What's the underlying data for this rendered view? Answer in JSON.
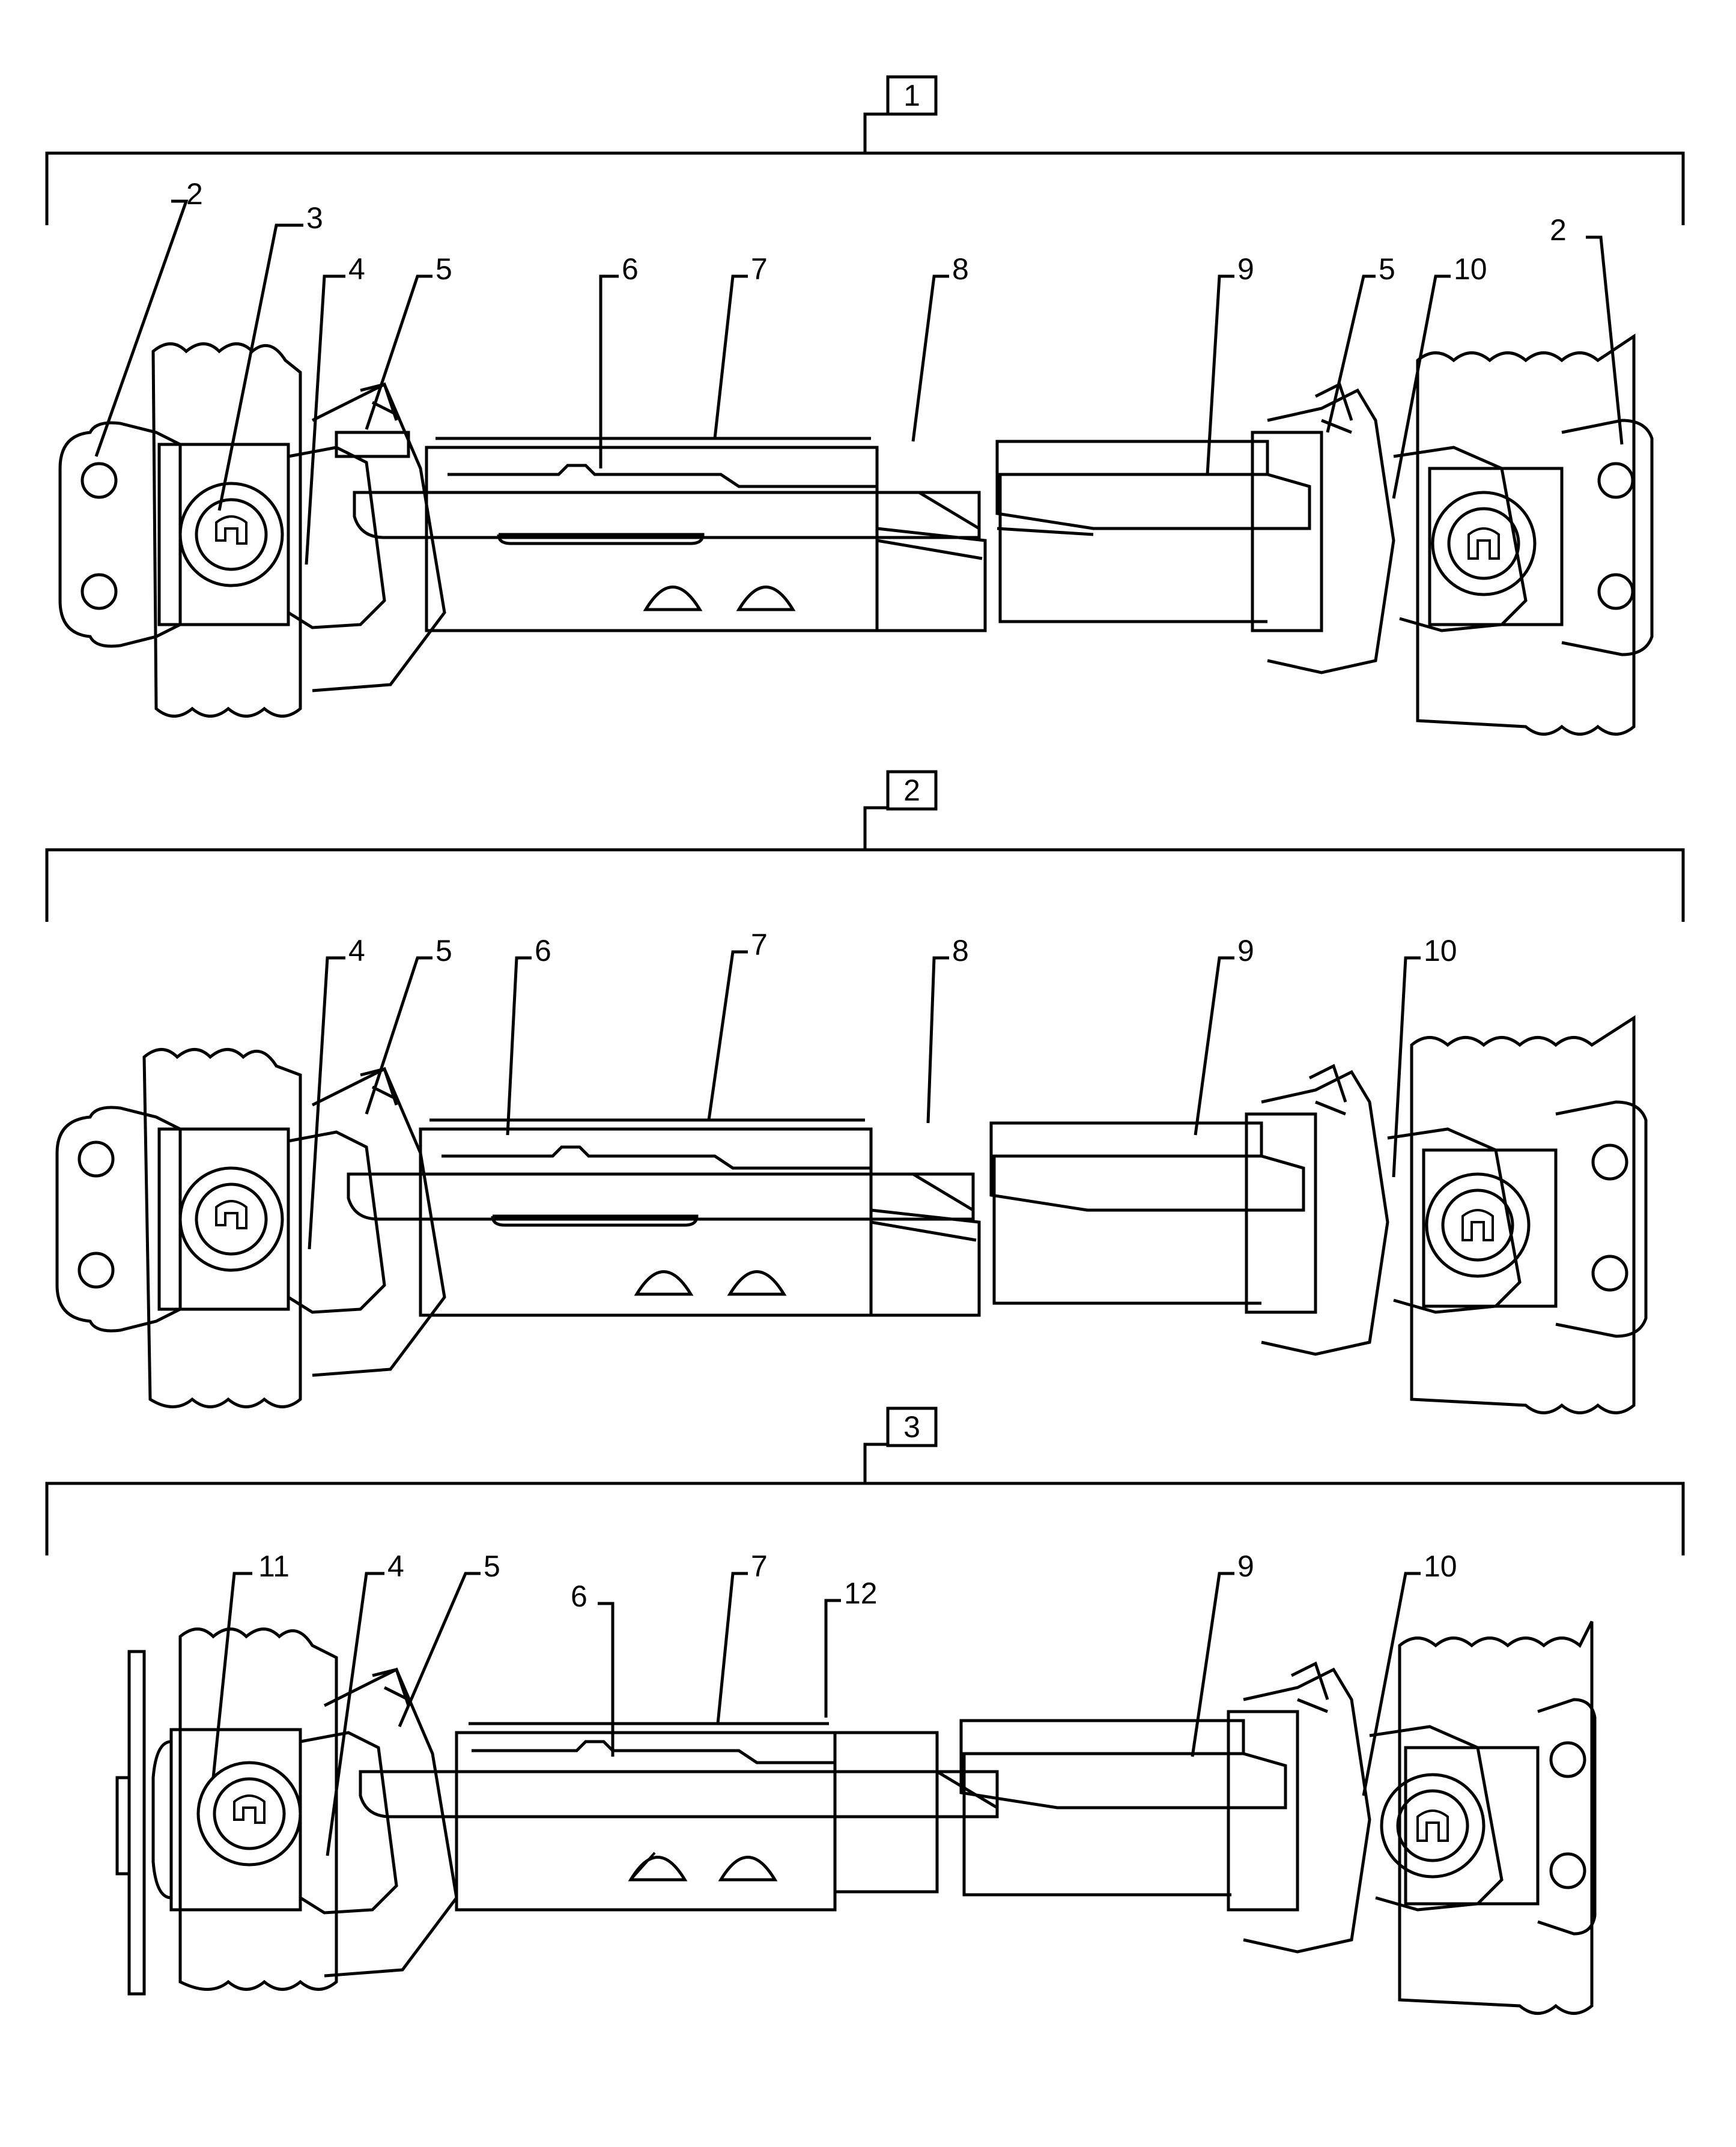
{
  "groups": [
    {
      "label": "1",
      "callouts": [
        "2",
        "3",
        "4",
        "5",
        "6",
        "7",
        "8",
        "9",
        "5",
        "10",
        "2"
      ]
    },
    {
      "label": "2",
      "callouts": [
        "4",
        "5",
        "6",
        "7",
        "8",
        "9",
        "10"
      ]
    },
    {
      "label": "3",
      "callouts": [
        "11",
        "4",
        "5",
        "6",
        "7",
        "12",
        "9",
        "10"
      ]
    }
  ]
}
